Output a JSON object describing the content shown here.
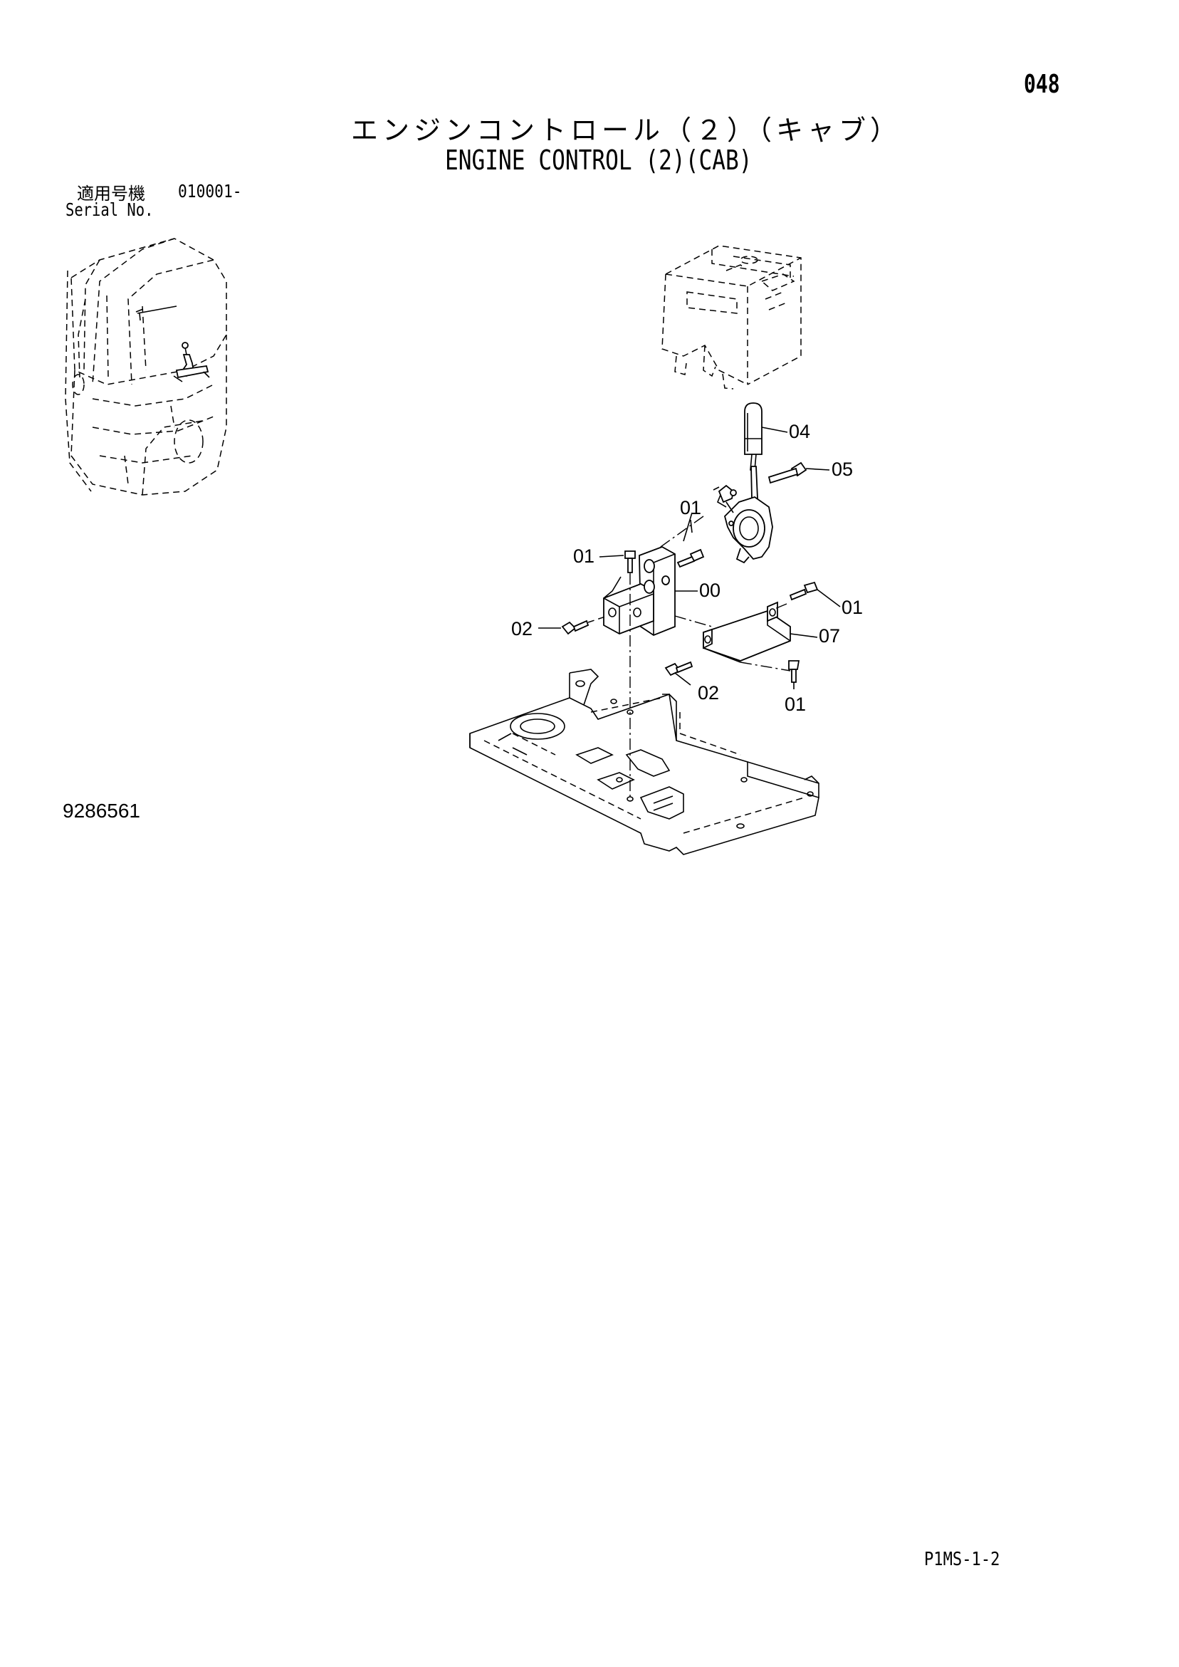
{
  "page": {
    "page_number": "048",
    "title_jp": "エンジンコントロール（２）（キャブ）",
    "title_en": "ENGINE CONTROL (2)(CAB)",
    "serial_label_jp": "適用号機",
    "serial_value": "010001-",
    "serial_label_en": "Serial No.",
    "drawing_number": "9286561",
    "footer_code": "P1MS-1-2"
  },
  "callouts": {
    "c04": "04",
    "c05": "05",
    "c01_top": "01",
    "c01_left": "01",
    "c00": "00",
    "c01_right": "01",
    "c02_left": "02",
    "c07": "07",
    "c02_bottom": "02",
    "c01_bottom": "01"
  }
}
